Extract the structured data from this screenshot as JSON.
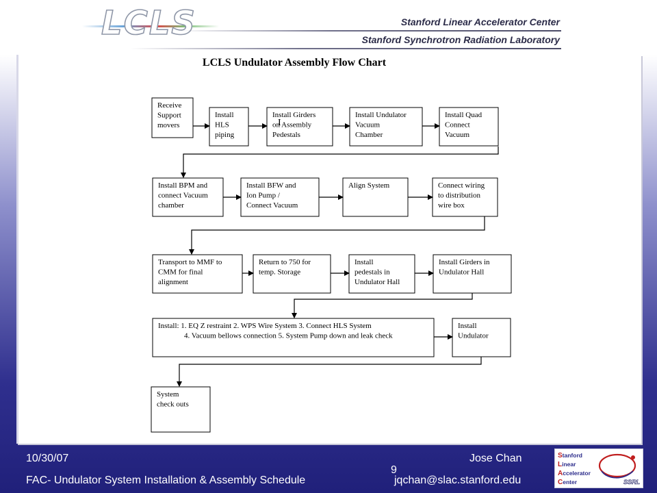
{
  "header": {
    "logo_text": "LCLS",
    "org_line1": "Stanford Linear Accelerator Center",
    "org_line2": "Stanford Synchrotron Radiation Laboratory"
  },
  "flowchart": {
    "title": "LCLS Undulator Assembly Flow Chart",
    "row1": [
      {
        "id": "receive",
        "lines": [
          "Receive",
          "Support",
          "movers"
        ]
      },
      {
        "id": "hls",
        "lines": [
          "Install",
          "HLS",
          "piping"
        ]
      },
      {
        "id": "girders-pedestals",
        "lines": [
          "Install Girders",
          "on Assembly",
          "Pedestals"
        ]
      },
      {
        "id": "vacuum-chamber",
        "lines": [
          "Install Undulator",
          "Vacuum",
          "Chamber"
        ]
      },
      {
        "id": "quad-vacuum",
        "lines": [
          "Install Quad",
          "Connect",
          "Vacuum"
        ]
      }
    ],
    "row2": [
      {
        "id": "bpm",
        "lines": [
          "Install BPM and",
          "connect Vacuum",
          "chamber"
        ]
      },
      {
        "id": "bfw",
        "lines": [
          "Install BFW and",
          "Ion Pump /",
          "Connect Vacuum"
        ]
      },
      {
        "id": "align",
        "lines": [
          "Align System"
        ]
      },
      {
        "id": "wiring",
        "lines": [
          "Connect wiring",
          "to distribution",
          "wire box"
        ]
      }
    ],
    "row3": [
      {
        "id": "transport",
        "lines": [
          "Transport to MMF to",
          "CMM for final",
          "alignment"
        ]
      },
      {
        "id": "return",
        "lines": [
          "Return to 750 for",
          "temp. Storage"
        ]
      },
      {
        "id": "pedestals-hall",
        "lines": [
          "Install",
          "pedestals in",
          "Undulator Hall"
        ]
      },
      {
        "id": "girders-hall",
        "lines": [
          "Install Girders in",
          "Undulator Hall"
        ]
      }
    ],
    "row4": [
      {
        "id": "install-list",
        "lines": [
          "Install: 1. EQ Z restraint  2. WPS Wire System  3. Connect HLS System",
          "4. Vacuum bellows connection  5. System Pump down and leak check"
        ]
      },
      {
        "id": "undulator",
        "lines": [
          "Install",
          "Undulator"
        ]
      }
    ],
    "row5": [
      {
        "id": "checkouts",
        "lines": [
          "System",
          "check outs"
        ]
      }
    ],
    "stray_mark": "I"
  },
  "footer": {
    "date": "10/30/07",
    "author": "Jose Chan",
    "page_number": "9",
    "subtitle": "FAC- Undulator System Installation & Assembly Schedule",
    "email": "jqchan@slac.stanford.edu",
    "slac_logo": {
      "w1": "tanford",
      "w2": "inear",
      "w3": "ccelerator",
      "w4": "enter",
      "l1": "S",
      "l2": "L",
      "l3": "A",
      "l4": "C",
      "ssrl": "SSRL"
    }
  }
}
